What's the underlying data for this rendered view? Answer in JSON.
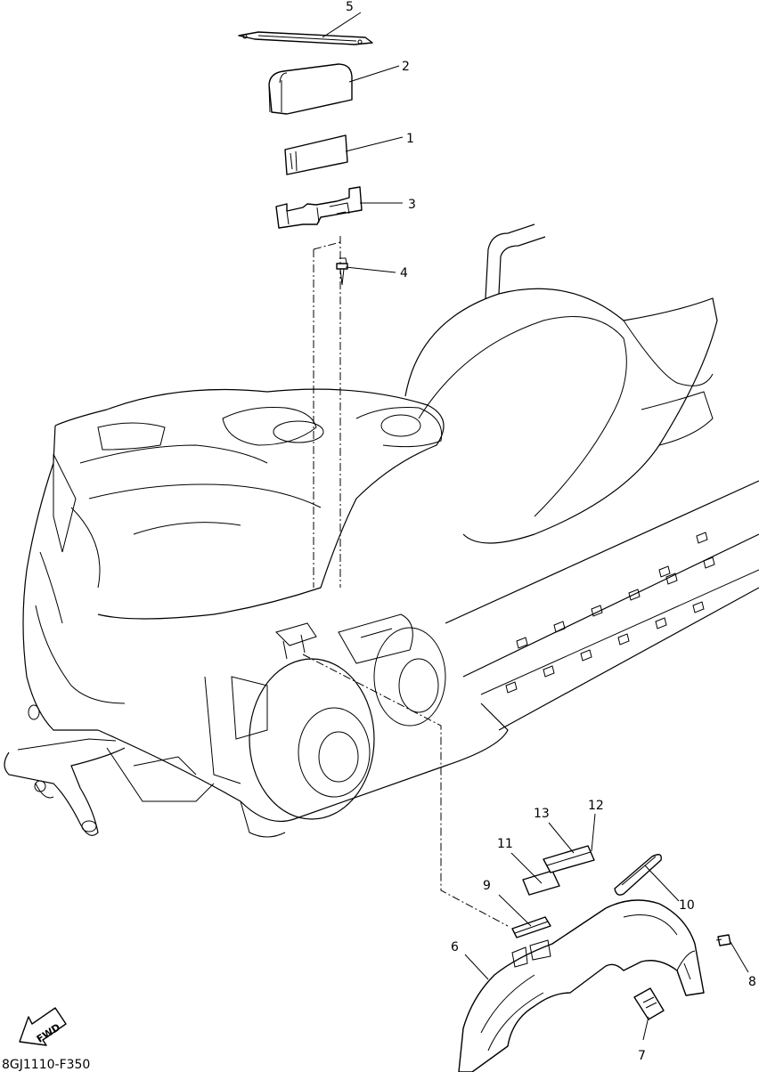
{
  "diagram_code": "8GJ1110-F350",
  "fwd_label": "FWD",
  "callouts": {
    "c1": "1",
    "c2": "2",
    "c3": "3",
    "c4": "4",
    "c5": "5",
    "c6": "6",
    "c7": "7",
    "c8": "8",
    "c9": "9",
    "c10": "10",
    "c11": "11",
    "c12": "12",
    "c13": "13"
  }
}
